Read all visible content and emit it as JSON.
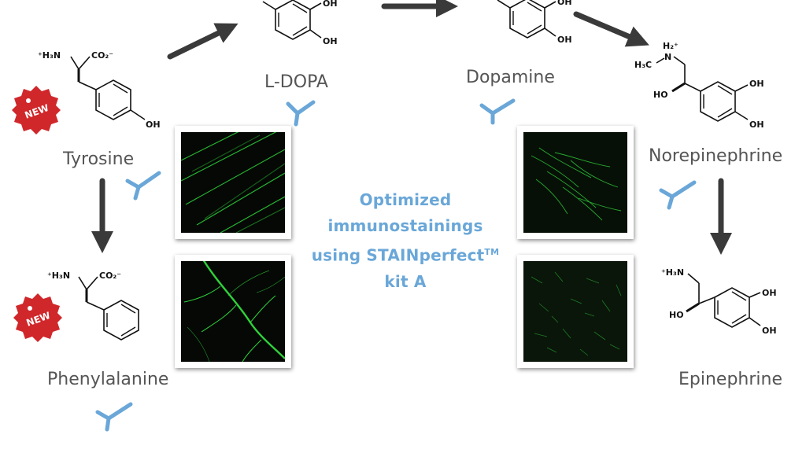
{
  "molecules": {
    "tyrosine": "Tyrosine",
    "phenylalanine": "Phenylalanine",
    "ldopa": "L-DOPA",
    "dopamine": "Dopamine",
    "norepinephrine": "Norepinephrine",
    "epinephrine": "Epinephrine"
  },
  "center": {
    "line1": "Optimized",
    "line2": "immunostainings",
    "line3": "using STAINperfect",
    "tm": "TM",
    "line4": "kit A"
  },
  "badges": {
    "text": "NEW"
  },
  "chem": {
    "amino_nh3": "⁺H₃N",
    "co2": "CO₂⁻",
    "oh": "OH",
    "ho": "HO",
    "h2n": "H₂⁺",
    "n": "N",
    "h3c": "H₃C"
  },
  "colors": {
    "accent_blue": "#6aa7d8",
    "arrow": "#3a3a3a",
    "badge_red": "#d0272b",
    "stain_green": "#2fd13a"
  }
}
